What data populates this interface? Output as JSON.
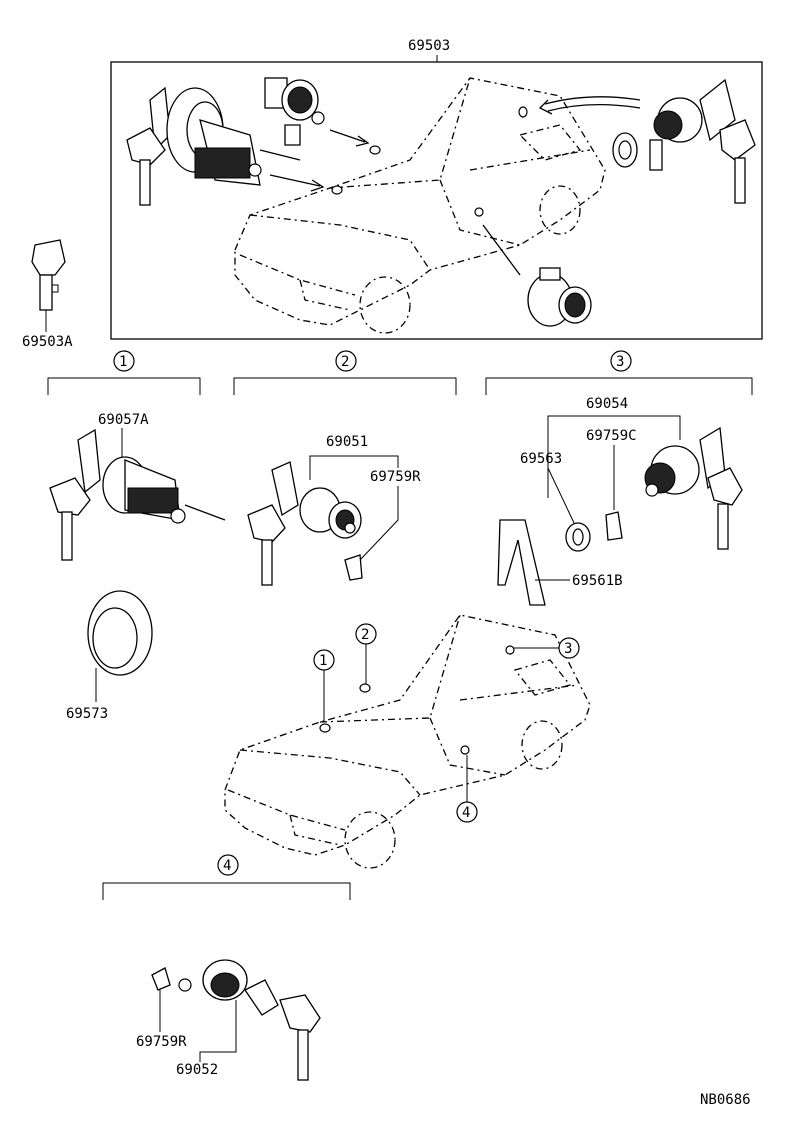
{
  "labels": {
    "assembly_top": "69503",
    "spare_key": "69503A",
    "ignition_cylinder": "69057A",
    "door_lock_set": "69051",
    "door_retainer": "69759R",
    "back_door_set": "69054",
    "back_door_retainer": "69759C",
    "back_door_ring": "69563",
    "back_door_clip": "69561B",
    "ignition_ring": "69573",
    "glove_retainer": "69759R",
    "glove_lock_set": "69052",
    "diagram_code": "NB0686"
  },
  "callouts": {
    "c1": "1",
    "c2": "2",
    "c3": "3",
    "c4": "4"
  }
}
